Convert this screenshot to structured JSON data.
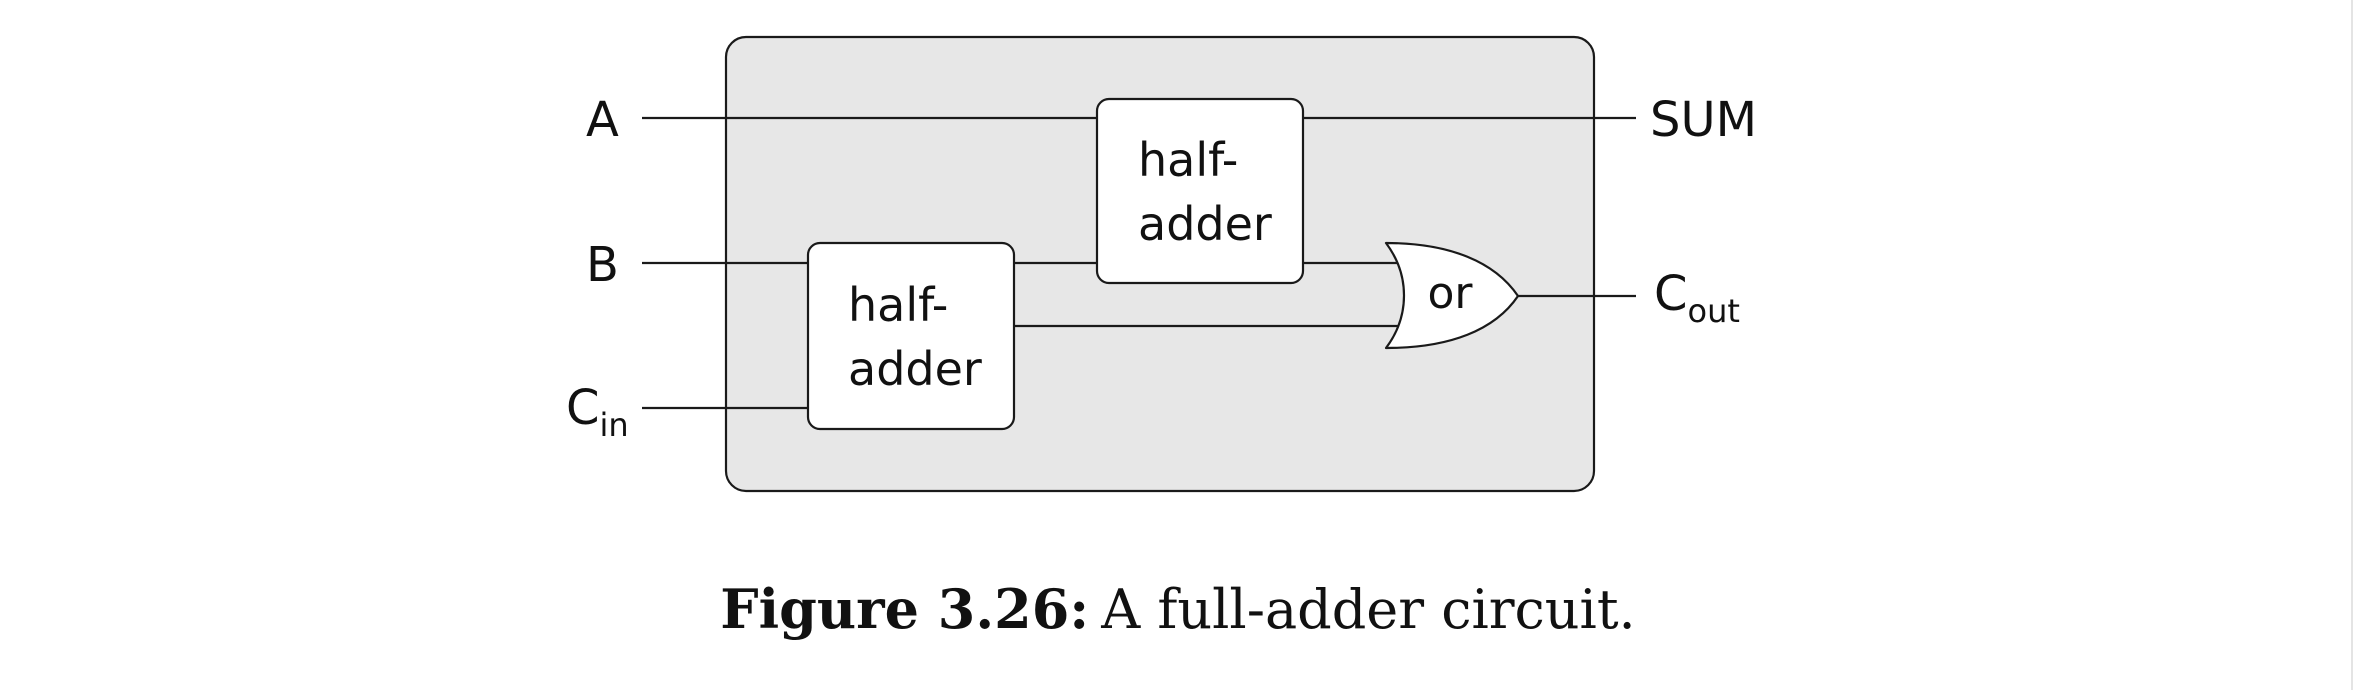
{
  "colors": {
    "enclosure_fill": "#e7e7e7",
    "box_fill": "#ffffff",
    "stroke": "#1a1a1a",
    "text": "#111111"
  },
  "inputs": {
    "a": "A",
    "b": "B",
    "cin_main": "C",
    "cin_sub": "in"
  },
  "outputs": {
    "sum": "SUM",
    "cout_main": "C",
    "cout_sub": "out"
  },
  "blocks": {
    "half_adder_top": [
      "half-",
      "adder"
    ],
    "half_adder_bottom": [
      "half-",
      "adder"
    ],
    "or_gate": "or"
  },
  "caption": {
    "label": "Figure 3.26:",
    "text": "A full-adder circuit."
  }
}
